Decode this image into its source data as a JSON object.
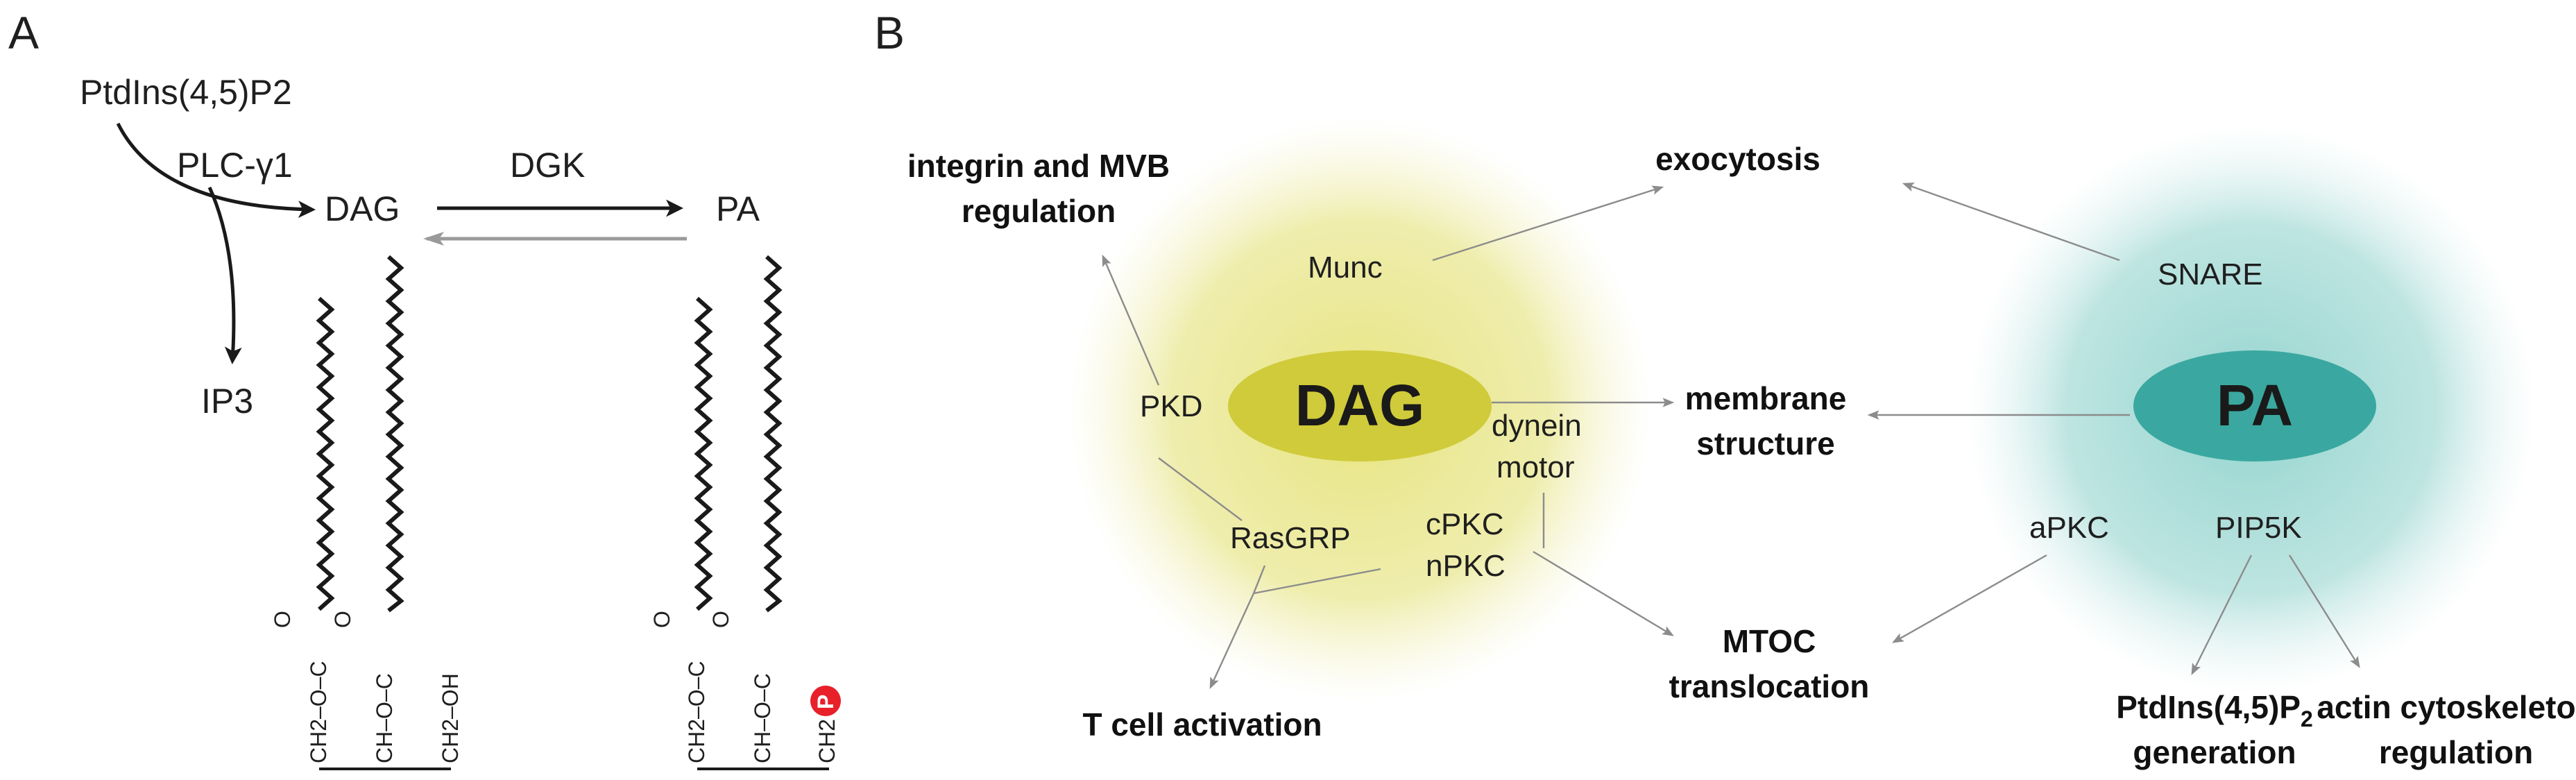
{
  "panel_a": {
    "label": "A",
    "substrate": "PtdIns(4,5)P2",
    "plc_enzyme": "PLC-γ1",
    "dag": "DAG",
    "dgk_enzyme": "DGK",
    "pa": "PA",
    "ip3": "IP3",
    "dag_backbone": {
      "carbonyl_o_1": "O",
      "carbonyl_o_2": "O",
      "ester_1": "CH2–O–C",
      "ester_2": "CH–O–C",
      "hydroxyl": "CH2–OH"
    },
    "pa_backbone": {
      "carbonyl_o_1": "O",
      "carbonyl_o_2": "O",
      "ester_1": "CH2–O–C",
      "ester_2": "CH–O–C",
      "phosphate_carbon": "CH2",
      "phosphate": "P"
    },
    "colors": {
      "phosphate": "#e8202a",
      "reverse_arrow": "#9a9a9a"
    }
  },
  "panel_b": {
    "label": "B",
    "dag_hub": "DAG",
    "pa_hub": "PA",
    "dag_effectors": {
      "munc": "Munc",
      "pkd": "PKD",
      "rasgrp": "RasGRP",
      "cpkc": "cPKC",
      "npkc": "nPKC",
      "dynein_1": "dynein",
      "dynein_2": "motor"
    },
    "pa_effectors": {
      "snare": "SNARE",
      "apkc": "aPKC",
      "pip5k": "PIP5K"
    },
    "outcomes": {
      "integrin_1": "integrin and MVB",
      "integrin_2": "regulation",
      "exocytosis": "exocytosis",
      "membrane_1": "membrane",
      "membrane_2": "structure",
      "tcell": "T cell activation",
      "mtoc_1": "MTOC",
      "mtoc_2": "translocation",
      "ptdins_1_main": "PtdIns(4,5)P",
      "ptdins_1_sub": "2",
      "ptdins_2": "generation",
      "actin_1": "actin cytoskeleton",
      "actin_2": "regulation"
    },
    "colors": {
      "dag_glow": "#e9e89a",
      "dag_core": "#cfcb3a",
      "pa_glow": "#a9dcd8",
      "pa_core": "#3aa8a0"
    }
  }
}
